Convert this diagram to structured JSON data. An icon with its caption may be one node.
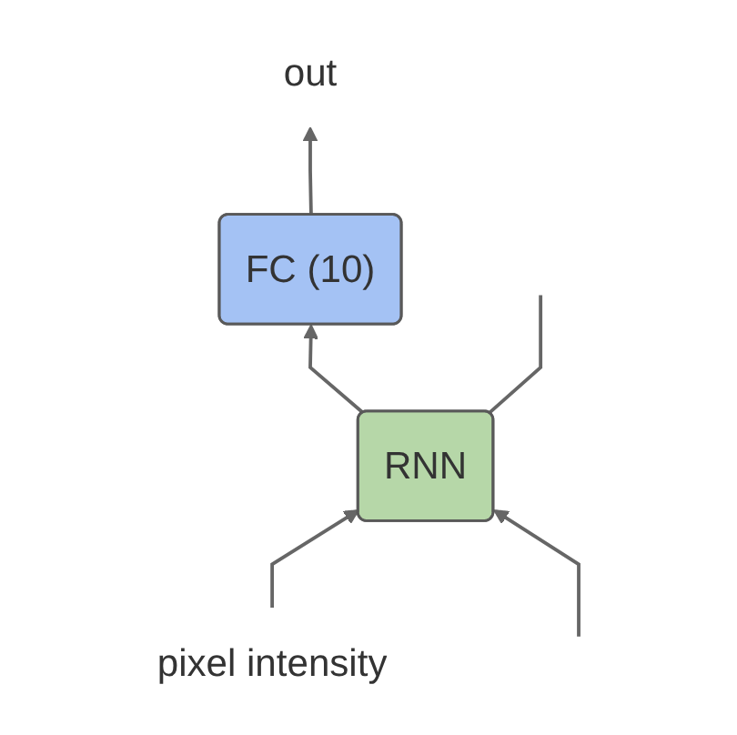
{
  "diagram": {
    "nodes": [
      {
        "text": [
          "out"
        ]
      },
      {
        "text": [
          "FC (10)"
        ]
      },
      {
        "text": [
          "RNN"
        ]
      },
      {
        "text": [
          "pixel intensity"
        ]
      }
    ],
    "edges": [
      {
        "from": 3,
        "to": 2,
        "arrow": "to"
      },
      {
        "from": 2,
        "to": 1,
        "arrow": "to"
      },
      {
        "from": 1,
        "to": 0,
        "arrow": "to"
      },
      {
        "from": null,
        "to": 2,
        "arrow": "to"
      },
      {
        "from": 2,
        "to": null,
        "arrow": "none"
      }
    ]
  }
}
